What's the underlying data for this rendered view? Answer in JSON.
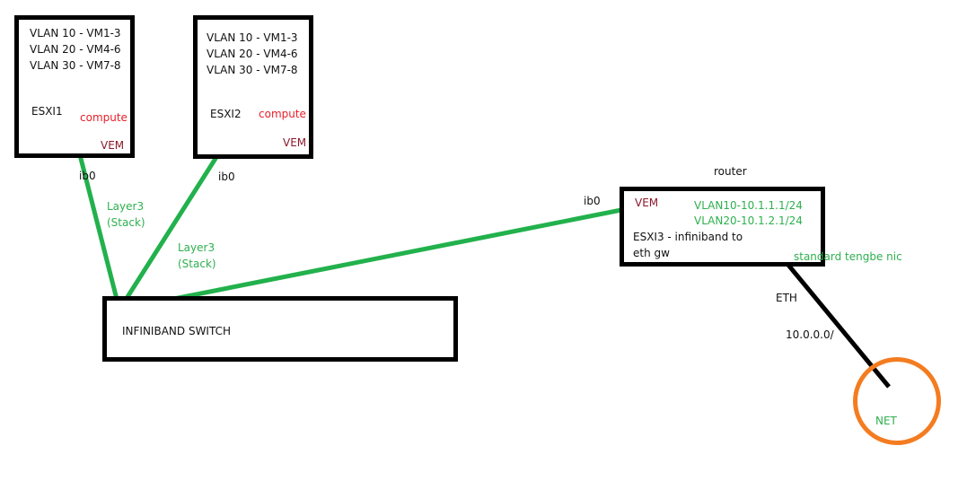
{
  "colors": {
    "link_green": "#22b14c",
    "eth_black": "#000000",
    "net_orange": "#f47c20",
    "compute_red": "#e8202a",
    "vem_maroon": "#8b1a2b",
    "label_green": "#2fb04f"
  },
  "esxi1": {
    "vlans": [
      "VLAN 10 - VM1-3",
      "VLAN 20 - VM4-6",
      "VLAN 30 - VM7-8"
    ],
    "name": "ESXI1",
    "role": "compute",
    "module": "VEM",
    "iface": "ib0"
  },
  "esxi2": {
    "vlans": [
      "VLAN 10 - VM1-3",
      "VLAN 20 - VM4-6",
      "VLAN 30 - VM7-8"
    ],
    "name": "ESXI2",
    "role": "compute",
    "module": "VEM",
    "iface": "ib0"
  },
  "links": {
    "esxi1_label_line1": "Layer3",
    "esxi1_label_line2": "(Stack)",
    "esxi2_label_line1": "Layer3",
    "esxi2_label_line2": "(Stack)"
  },
  "router": {
    "title": "router",
    "iface": "ib0",
    "module": "VEM",
    "vlans": [
      "VLAN10-10.1.1.1/24",
      "VLAN20-10.1.2.1/24"
    ],
    "desc_line1": "ESXI3 - infiniband to",
    "desc_line2": "eth gw",
    "nic_label": "standard tengbe nic"
  },
  "switch": {
    "label": "INFINIBAND SWITCH"
  },
  "eth": {
    "label": "ETH",
    "subnet": "10.0.0.0/"
  },
  "net": {
    "label": "NET"
  }
}
